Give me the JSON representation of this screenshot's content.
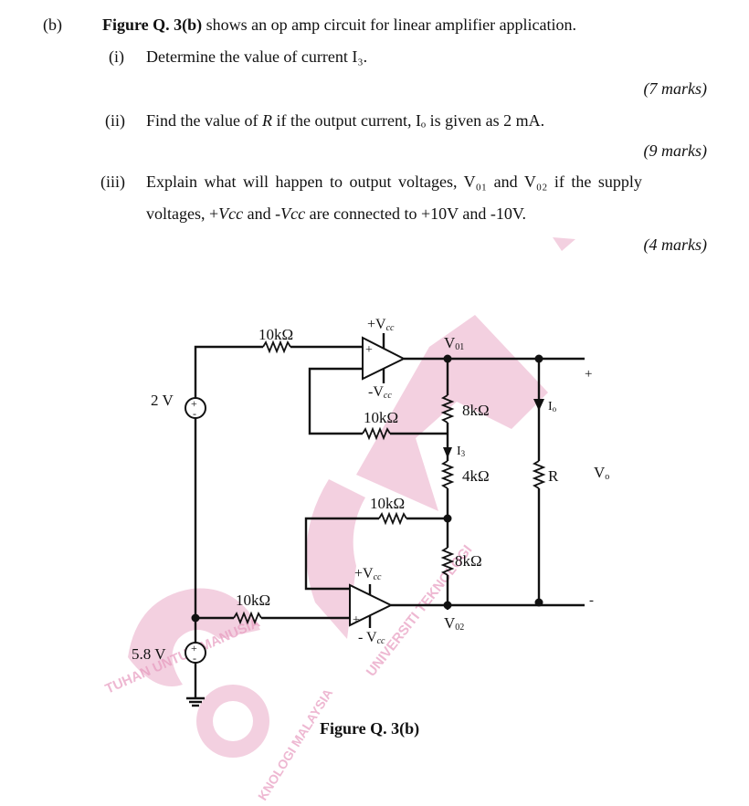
{
  "question": {
    "part_label": "(b)",
    "intro_bold": "Figure Q. 3(b)",
    "intro_rest": " shows an op amp circuit for linear amplifier application.",
    "sub1": {
      "label": "(i)",
      "text": "Determine the value of current I₃.",
      "marks": "(7 marks)"
    },
    "sub2": {
      "label": "(ii)",
      "text_before": "Find the value of ",
      "text_var": "R",
      "text_after": " if the output current, Iₒ is given as 2 mA.",
      "marks": "(9 marks)"
    },
    "sub3": {
      "label": "(iii)",
      "line1": "Explain what will happen to output voltages, V₀₁ and V₀₂ if the supply",
      "line2_a": "voltages, +",
      "line2_vcc1": "Vcc",
      "line2_b": " and -",
      "line2_vcc2": "Vcc",
      "line2_c": " are connected to +10V and -10V.",
      "marks": "(4 marks)"
    }
  },
  "circuit": {
    "resistor_top": "10kΩ",
    "resistor_feedback1": "10kΩ",
    "resistor_feedback2": "10kΩ",
    "resistor_input2": "10kΩ",
    "source1": "2 V",
    "source2": "5.8 V",
    "opamp1_pos_supply": "+V",
    "opamp1_neg_supply": "-V",
    "opamp2_pos_supply": "+V",
    "opamp2_neg_supply": "- V",
    "supply_sub": "cc",
    "r8k_top": "8kΩ",
    "r4k": "4kΩ",
    "r8k_bottom": "8kΩ",
    "resistor_R": "R",
    "vo1": "V",
    "vo1_sub": "01",
    "vo2": "V",
    "vo2_sub": "02",
    "current_i3": "I",
    "current_i3_sub": "3",
    "current_io": "I",
    "current_io_sub": "o",
    "vo_label": "V",
    "vo_sub": "o",
    "plus": "+",
    "minus": "-",
    "caption": "Figure Q. 3(b)"
  },
  "watermark": {
    "text_left": "TUHAN UNTUK MANUSIA",
    "text_right": "UNIVERSITI TEKNOLOGI",
    "text_bottom": "KNOLOGI MALAYSIA",
    "color": "#e79bbf"
  }
}
